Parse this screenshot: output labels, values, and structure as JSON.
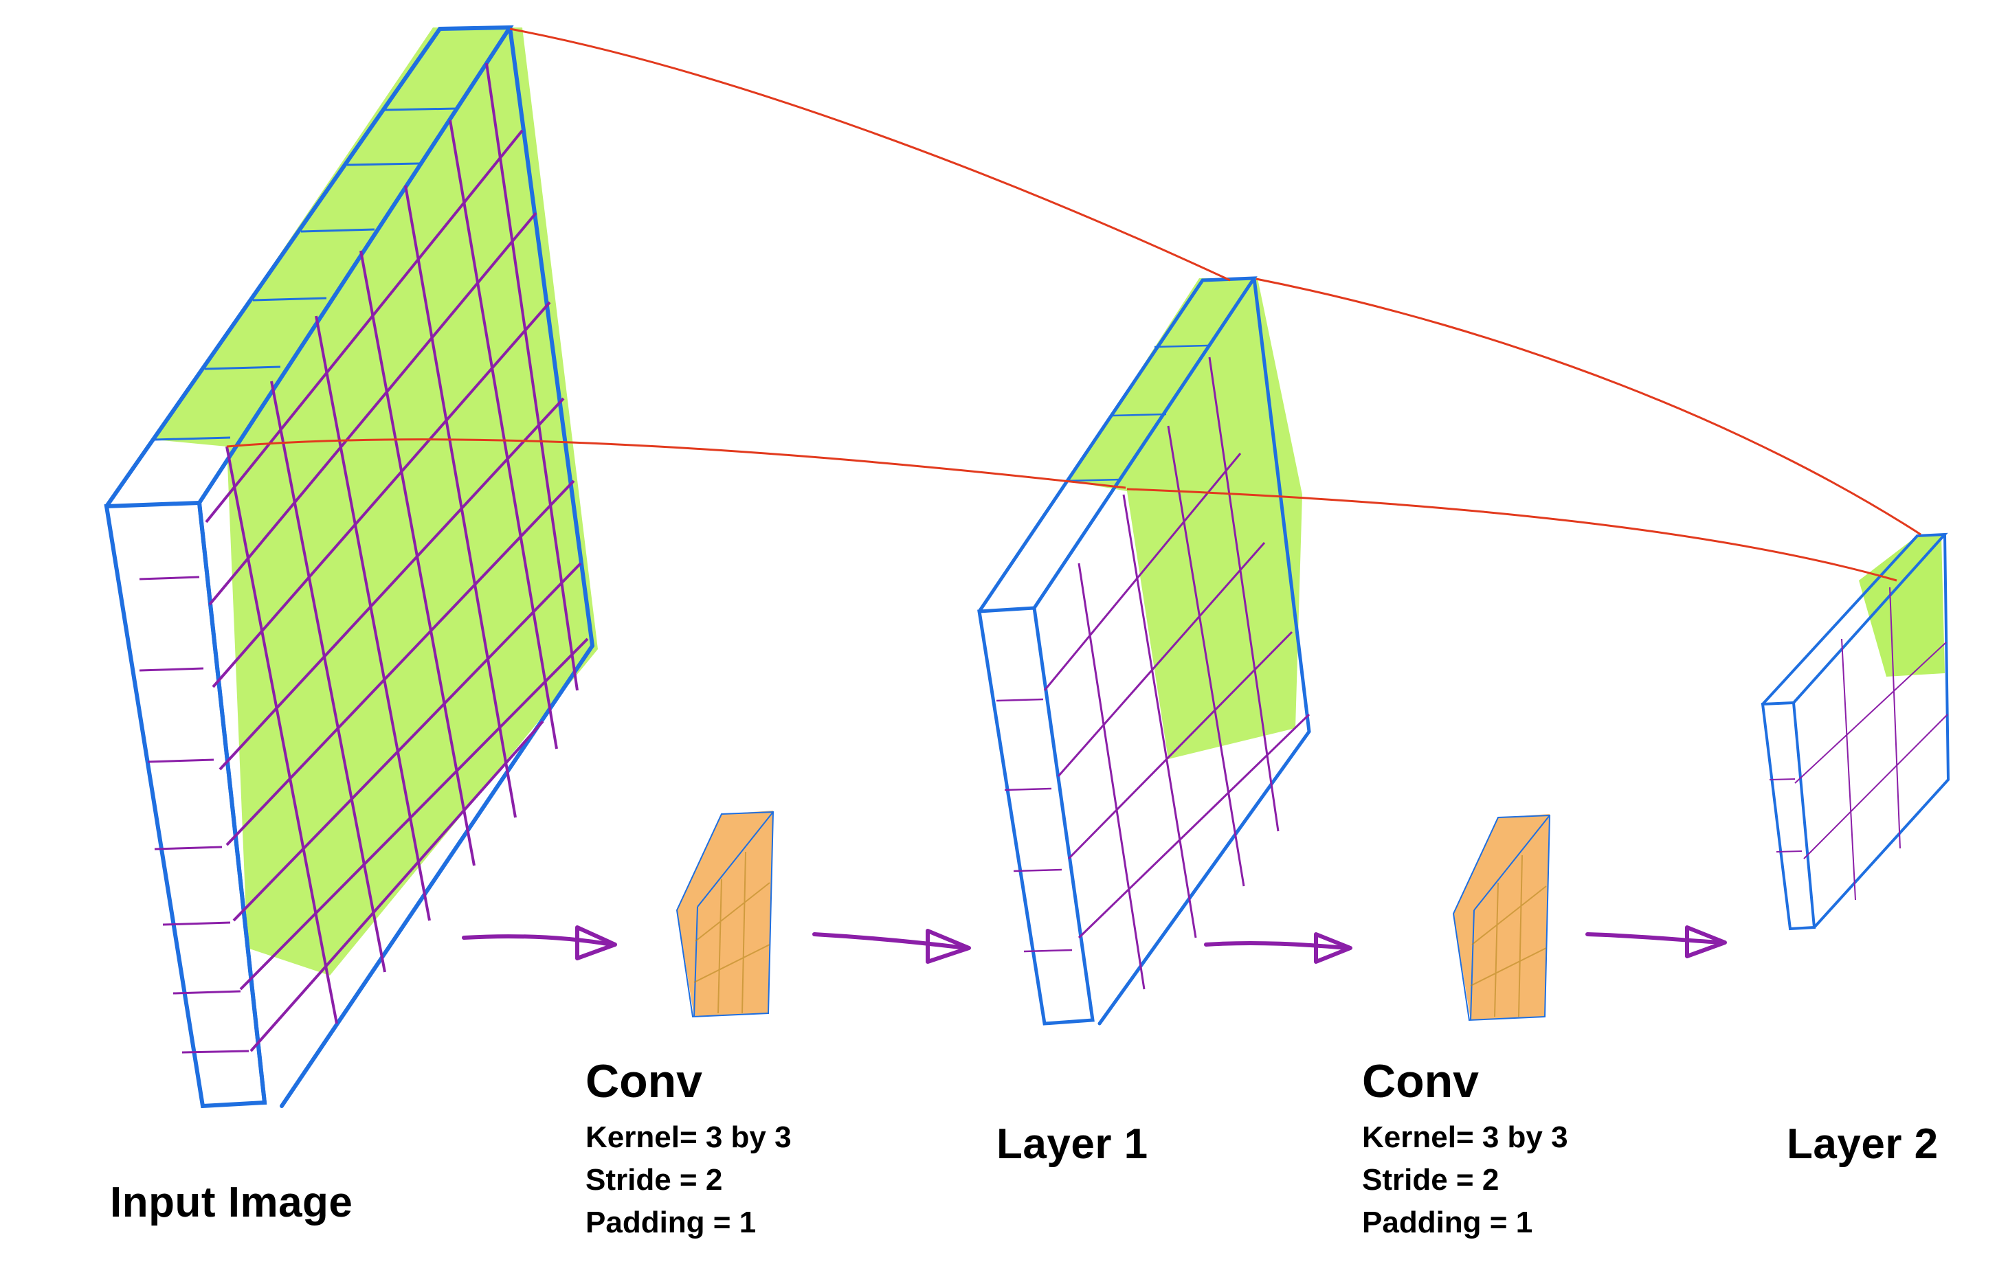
{
  "labels": {
    "input_image": "Input Image",
    "layer1": "Layer 1",
    "layer2": "Layer 2"
  },
  "conv_blocks": [
    {
      "title": "Conv",
      "kernel": "Kernel= 3 by 3",
      "stride": "Stride = 2",
      "padding": "Padding = 1"
    },
    {
      "title": "Conv",
      "kernel": "Kernel= 3 by 3",
      "stride": "Stride = 2",
      "padding": "Padding = 1"
    }
  ],
  "colors": {
    "frame_blue": "#1f6fe0",
    "grid_purple": "#8b1fa8",
    "highlight_green": "#a9ee3e",
    "receptive_line_red": "#e23a1e",
    "arrow_purple": "#8b1fa8",
    "kernel_orange": "#f4a64a"
  }
}
